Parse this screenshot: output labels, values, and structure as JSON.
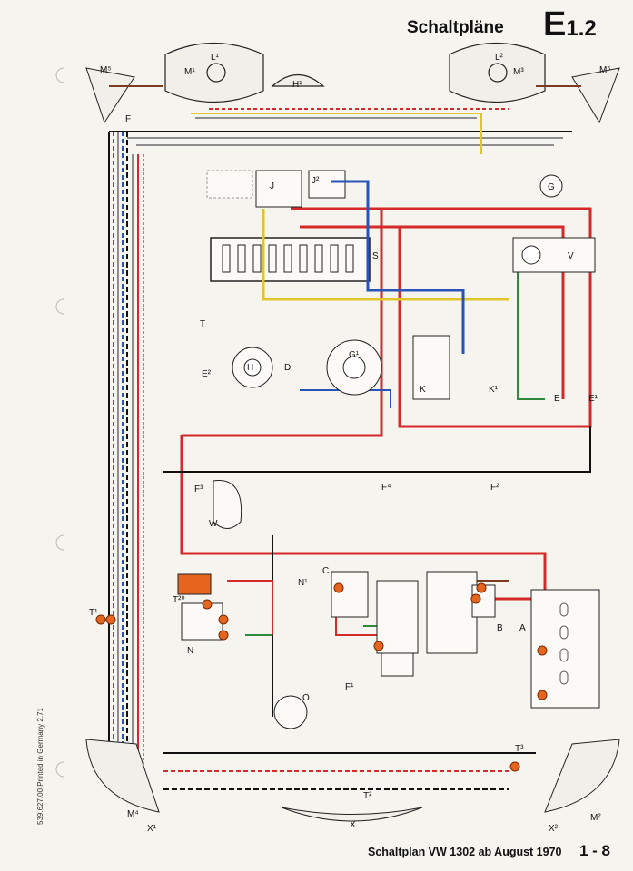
{
  "header": {
    "title": "Schaltpläne",
    "code": "E",
    "code_sub": "1.2"
  },
  "footer": {
    "title": "Schaltplan VW 1302 ab August 1970",
    "page": "1 - 8",
    "printed": "539.627.00 Printed in Germany 2.71"
  },
  "components": [
    {
      "id": "L1",
      "label": "L¹"
    },
    {
      "id": "L2",
      "label": "L²"
    },
    {
      "id": "M5",
      "label": "M⁵"
    },
    {
      "id": "M6",
      "label": "M⁶"
    },
    {
      "id": "M1",
      "label": "M¹"
    },
    {
      "id": "M3",
      "label": "M³"
    },
    {
      "id": "H1",
      "label": "H¹"
    },
    {
      "id": "F",
      "label": "F"
    },
    {
      "id": "J",
      "label": "J"
    },
    {
      "id": "J2",
      "label": "J²"
    },
    {
      "id": "G",
      "label": "G"
    },
    {
      "id": "V",
      "label": "V"
    },
    {
      "id": "S",
      "label": "S"
    },
    {
      "id": "T",
      "label": "T"
    },
    {
      "id": "E2",
      "label": "E²"
    },
    {
      "id": "H",
      "label": "H"
    },
    {
      "id": "D",
      "label": "D"
    },
    {
      "id": "G1",
      "label": "G¹"
    },
    {
      "id": "K",
      "label": "K"
    },
    {
      "id": "K1",
      "label": "K¹"
    },
    {
      "id": "E",
      "label": "E"
    },
    {
      "id": "E1",
      "label": "E¹"
    },
    {
      "id": "W",
      "label": "W"
    },
    {
      "id": "F3",
      "label": "F³"
    },
    {
      "id": "F4",
      "label": "F⁴"
    },
    {
      "id": "F2",
      "label": "F²"
    },
    {
      "id": "N",
      "label": "N"
    },
    {
      "id": "N1",
      "label": "N¹"
    },
    {
      "id": "C",
      "label": "C"
    },
    {
      "id": "B",
      "label": "B"
    },
    {
      "id": "A",
      "label": "A"
    },
    {
      "id": "O",
      "label": "O"
    },
    {
      "id": "F1",
      "label": "F¹"
    },
    {
      "id": "X",
      "label": "X"
    },
    {
      "id": "M2",
      "label": "M²"
    },
    {
      "id": "X2",
      "label": "X²"
    },
    {
      "id": "M4",
      "label": "M⁴"
    },
    {
      "id": "X1",
      "label": "X¹"
    },
    {
      "id": "T3",
      "label": "T³"
    },
    {
      "id": "T2",
      "label": "T²"
    },
    {
      "id": "T1",
      "label": "T¹"
    },
    {
      "id": "T20",
      "label": "T²⁰"
    }
  ],
  "colors": {
    "red": "#d42a2a",
    "black": "#111111",
    "green": "#2f8a3c",
    "blue": "#2a53b8",
    "yellow": "#e2c52c",
    "brown": "#7a3b1e",
    "grey": "#8e8e8e",
    "orange": "#e5641e"
  }
}
